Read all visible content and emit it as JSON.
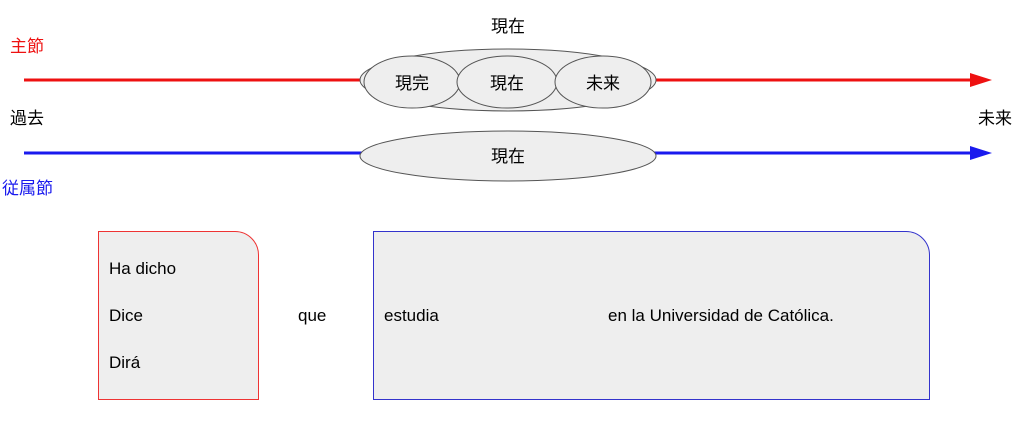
{
  "labels": {
    "main_clause": "主節",
    "sub_clause": "従属節",
    "past": "過去",
    "future": "未来",
    "present_top": "現在"
  },
  "main_line": {
    "ovals": [
      "現完",
      "現在",
      "未来"
    ],
    "color": "#ee1111"
  },
  "sub_line": {
    "oval": "現在",
    "color": "#1a1aee"
  },
  "boxes": {
    "main_verbs": [
      "Ha dicho",
      "Dice",
      "Dirá"
    ],
    "connector": "que",
    "sub_verb": "estudia",
    "rest": "en la Universidad de Católica."
  }
}
